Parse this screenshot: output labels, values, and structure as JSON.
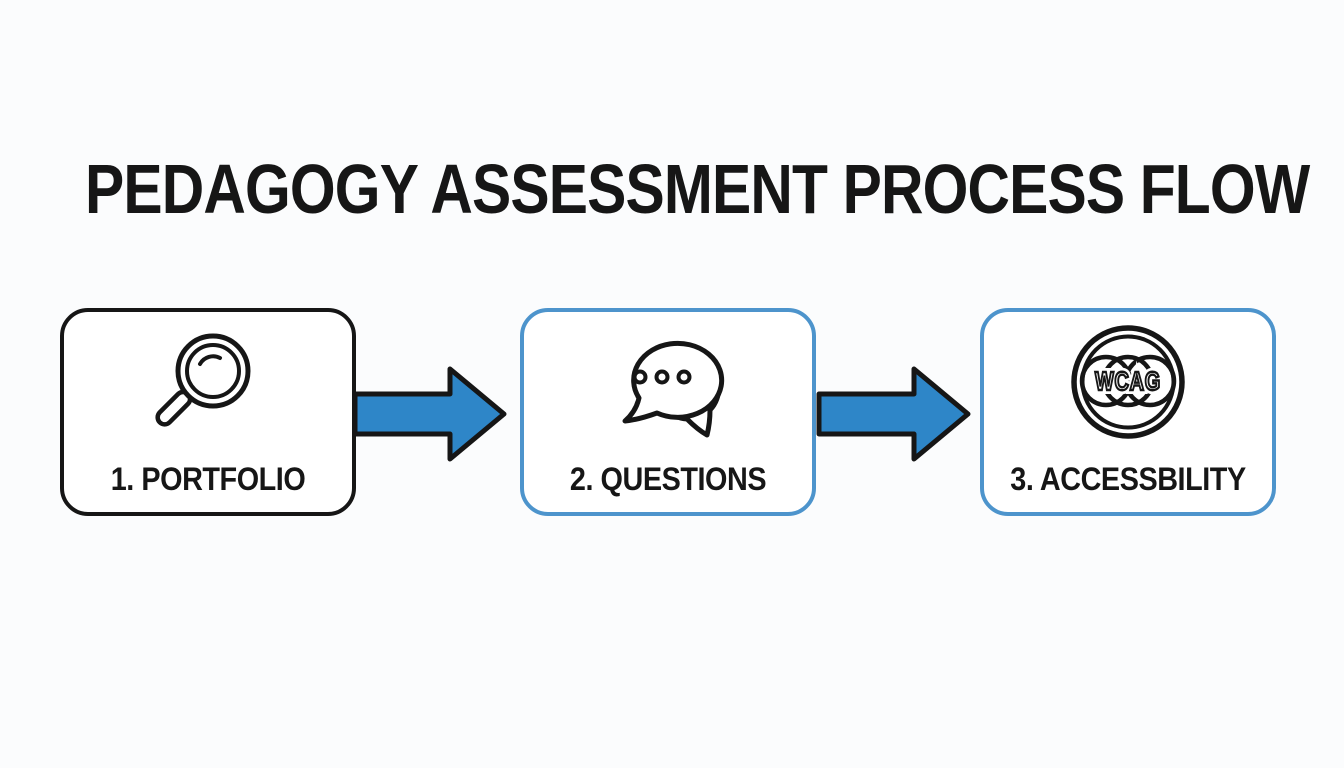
{
  "title": "PEDAGOGY ASSESSMENT PROCESS FLOW",
  "steps": [
    {
      "label": "1. PORTFOLIO",
      "icon": "magnifier-icon"
    },
    {
      "label": "2. QUESTIONS",
      "icon": "chat-bubbles-icon"
    },
    {
      "label": "3. ACCESSBILITY",
      "icon": "wcag-badge-icon"
    }
  ],
  "wcag_badge": {
    "text": "WCAG"
  },
  "colors": {
    "background": "#fbfcfd",
    "ink": "#161616",
    "arrow_blue": "#2e86c8",
    "box_border_blue": "#4d94cc",
    "box_border_black": "#161616"
  }
}
